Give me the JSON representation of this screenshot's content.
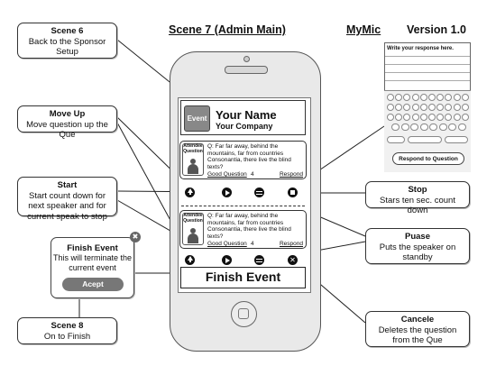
{
  "headings": {
    "scene_title": "Scene 7 (Admin Main)",
    "app_name": "MyMic",
    "version": "Version 1.0"
  },
  "callouts": {
    "scene6": {
      "title": "Scene 6",
      "body": "Back to the Sponsor Setup"
    },
    "move_up": {
      "title": "Move Up",
      "body": "Move question up the Que"
    },
    "start": {
      "title": "Start",
      "body": "Start count down for next speaker and for current speak to stop"
    },
    "scene8": {
      "title": "Scene 8",
      "body": "On to Finish"
    },
    "stop": {
      "title": "Stop",
      "body": "Stars ten sec. count down"
    },
    "pause": {
      "title": "Puase",
      "body": "Puts the speaker on standby"
    },
    "cancel": {
      "title": "Cancele",
      "body": "Deletes the question from the Que"
    }
  },
  "finish_popup": {
    "title": "Finish Event",
    "body": "This will terminate the current event",
    "accept_label": "Acept",
    "close_glyph": "✖"
  },
  "phone": {
    "event_badge": "Event",
    "name": "Your Name",
    "company": "Your Company",
    "questions": [
      {
        "attendee_label": "Attendee Question",
        "text": "Q: Far far away, behind the mountains, far from countries Consonantia, there live the blind texts?",
        "good_label": "Good Question",
        "good_count": "4",
        "respond_label": "Respond"
      },
      {
        "attendee_label": "Attendee Question",
        "text": "Q: Far far away, behind the mountains, far from countries Consonantia, there live the blind texts?",
        "good_label": "Good Question",
        "good_count": "4",
        "respond_label": "Respond"
      }
    ],
    "finish_label": "Finish Event"
  },
  "response_screen": {
    "prompt": "Write your response here.",
    "button_label": "Respond to Question"
  }
}
